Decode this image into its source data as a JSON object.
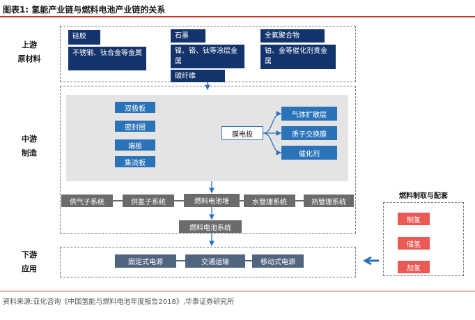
{
  "header": {
    "title": "图表1:  氢能产业链与燃料电池产业链的关系"
  },
  "stages": {
    "upstream": [
      "上游",
      "原材料"
    ],
    "midstream": [
      "中游",
      "制造"
    ],
    "downstream": [
      "下游",
      "应用"
    ]
  },
  "upstream_materials": {
    "col1": [
      "硅胶",
      "不锈钢、钛合金等金属"
    ],
    "col2": [
      "石墨",
      "镍、铬、钛等涂层金属",
      "碳纤维"
    ],
    "col3": [
      "全氟聚合物",
      "铂、金等催化剂贵金属"
    ]
  },
  "midstream": {
    "components": [
      "双极板",
      "密封圈",
      "端板",
      "集流板"
    ],
    "membrane": "膜电极",
    "membrane_parts": [
      "气体扩散层",
      "质子交换膜",
      "催化剂"
    ],
    "systems": [
      "供气子系统",
      "供氢子系统",
      "燃料电池堆",
      "水管理系统",
      "热管理系统"
    ],
    "fuel_cell_system": "燃料电池系统"
  },
  "downstream": {
    "applications": [
      "固定式电源",
      "交通运输",
      "移动式电源"
    ]
  },
  "hydrogen": {
    "title": "燃料制取与配套",
    "items": [
      "制氢",
      "储氢",
      "加氢"
    ]
  },
  "footer": {
    "source": "资料来源:亚化咨询《中国氢能与燃料电池年度报告2018》,华泰证券研究所"
  },
  "colors": {
    "rule": "#c0392b",
    "navy": "#12336b",
    "blue": "#2b73b9",
    "grey": "#6b6b6b",
    "slate": "#52657f",
    "red": "#ea5a55",
    "panel": "#e4e4e4"
  }
}
